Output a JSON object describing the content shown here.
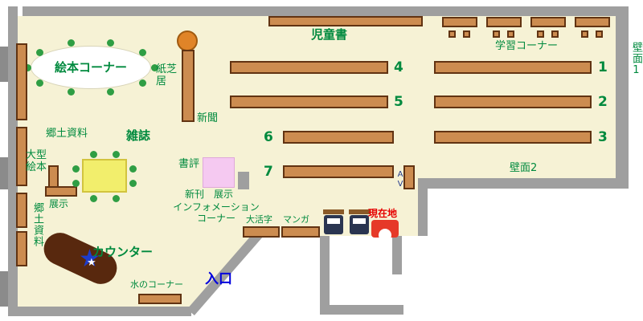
{
  "title": "library-floor-map",
  "colors": {
    "floor": "#f6f2d5",
    "wall": "#9f9f9f",
    "shelf_fill": "#cc8c50",
    "shelf_border": "#613312",
    "label_green": "#008a3e",
    "entrance_blue": "#0000dd",
    "location_red": "#e60000",
    "counter_brown": "#58280e",
    "star_blue": "#1e3ccc"
  },
  "labels": {
    "children_books": "児童書",
    "study_corner": "学習コーナー",
    "wall_1": "壁面1",
    "wall_2": "壁面2",
    "picture_book_corner": "絵本コーナー",
    "kamishibai": "紙芝\n居",
    "newspaper": "新聞",
    "local_materials_top": "郷土資料",
    "magazines": "雑誌",
    "large_picture_books": "大型\n絵本",
    "exhibit_left": "展示",
    "local_materials_side": "郷土資料",
    "book_review": "書評",
    "new_books": "新刊",
    "exhibit_center": "展示",
    "information_corner": "インフォメーション\nコーナー",
    "large_print": "大活字",
    "manga": "マンガ",
    "current_location": "現在地",
    "counter": "カウンター",
    "water_corner": "水のコーナー",
    "entrance": "入口",
    "av": "AV"
  },
  "shelf_numbers": [
    "1",
    "2",
    "3",
    "4",
    "5",
    "6",
    "7"
  ]
}
